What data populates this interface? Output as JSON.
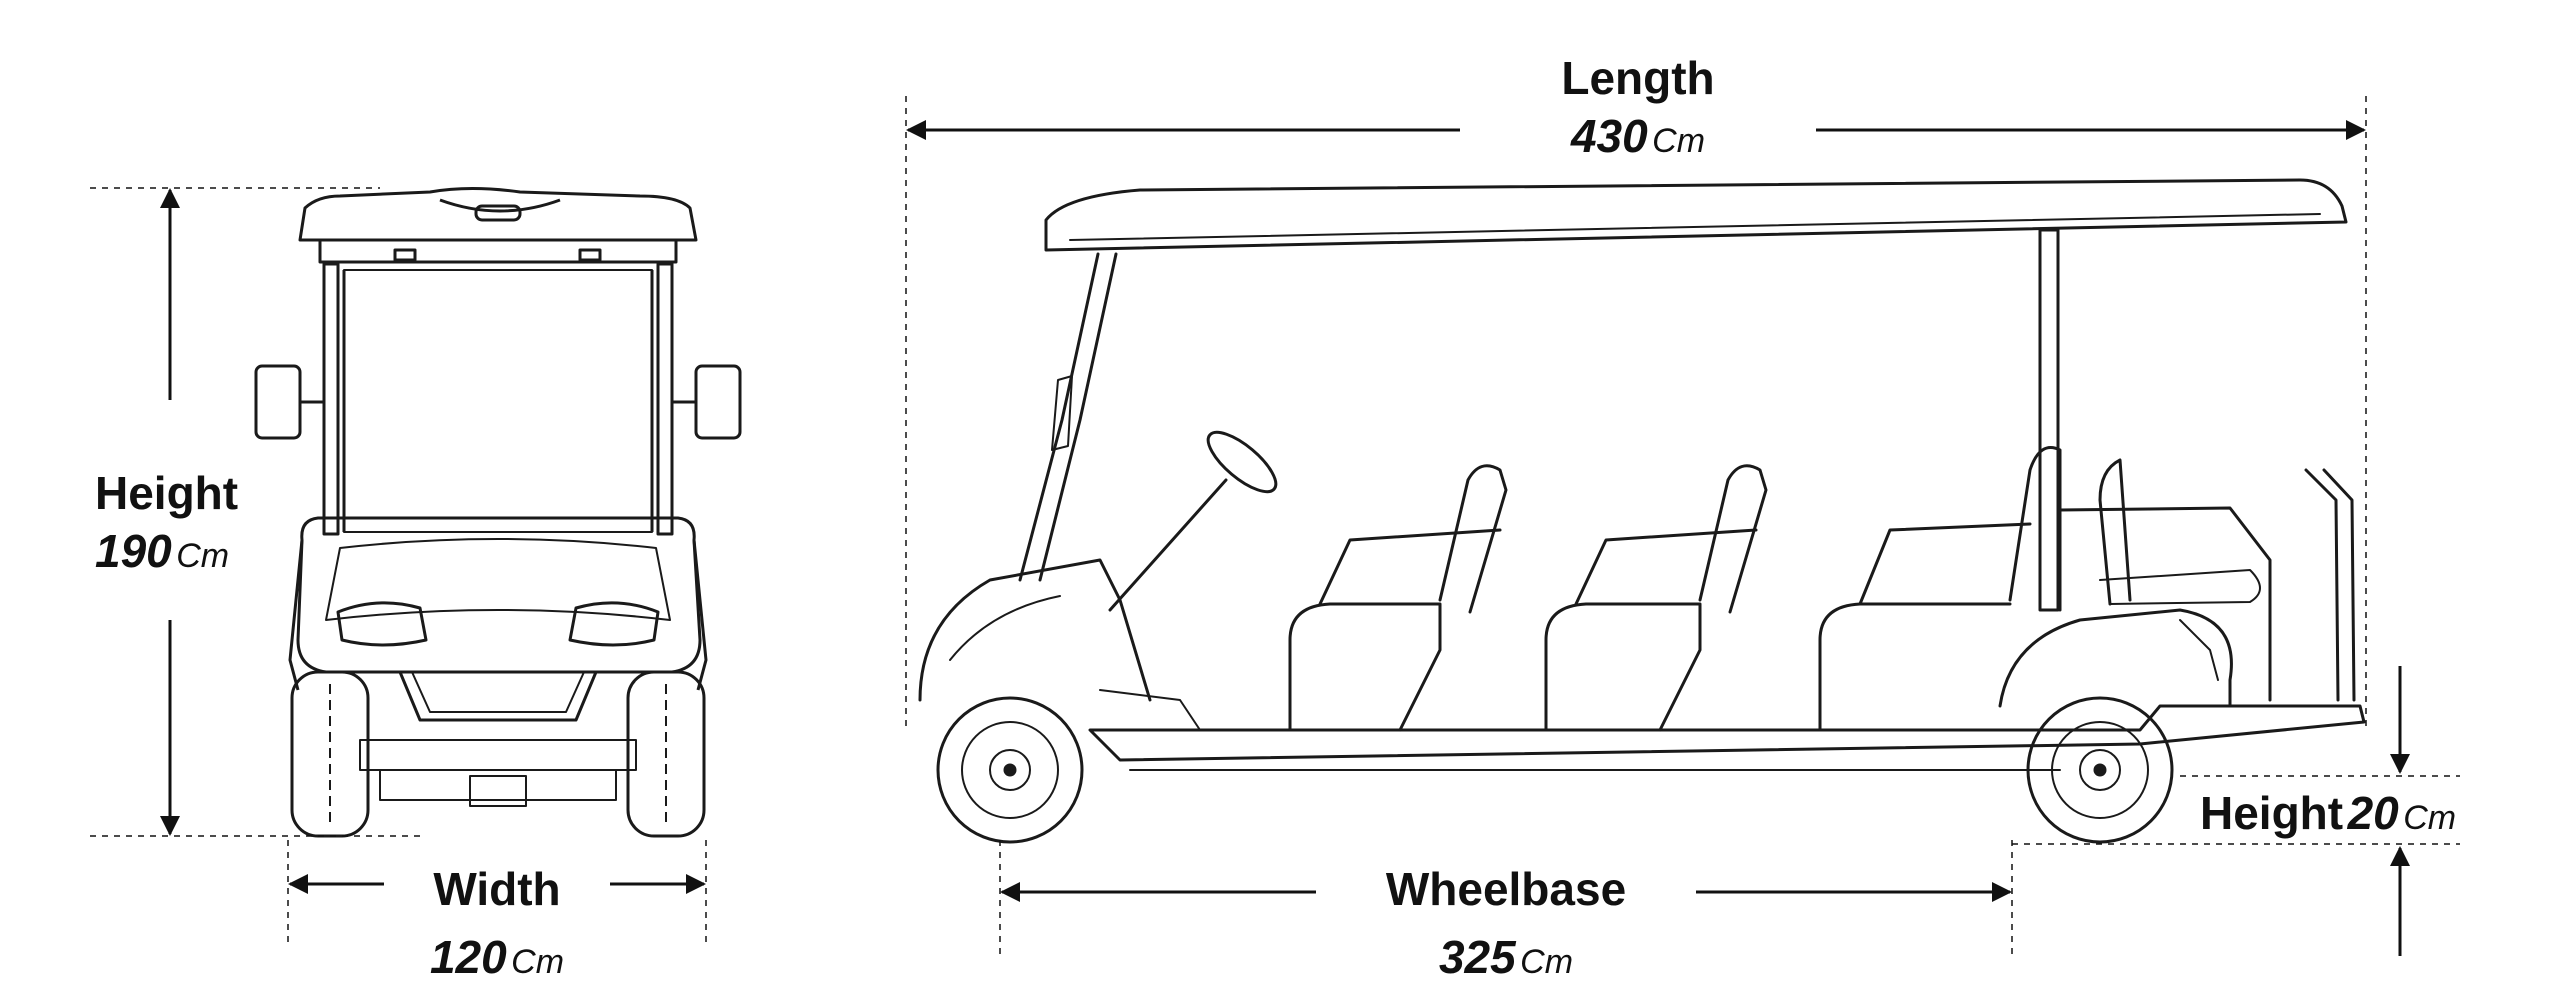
{
  "front_view": {
    "height": {
      "label": "Height",
      "value": "190",
      "unit": "Cm"
    },
    "width": {
      "label": "Width",
      "value": "120",
      "unit": "Cm"
    }
  },
  "side_view": {
    "length": {
      "label": "Length",
      "value": "430",
      "unit": "Cm"
    },
    "wheelbase": {
      "label": "Wheelbase",
      "value": "325",
      "unit": "Cm"
    },
    "ground_clearance": {
      "label": "Height",
      "value": "20",
      "unit": "Cm"
    }
  },
  "colors": {
    "line": "#1a1a1a",
    "background": "#ffffff"
  }
}
